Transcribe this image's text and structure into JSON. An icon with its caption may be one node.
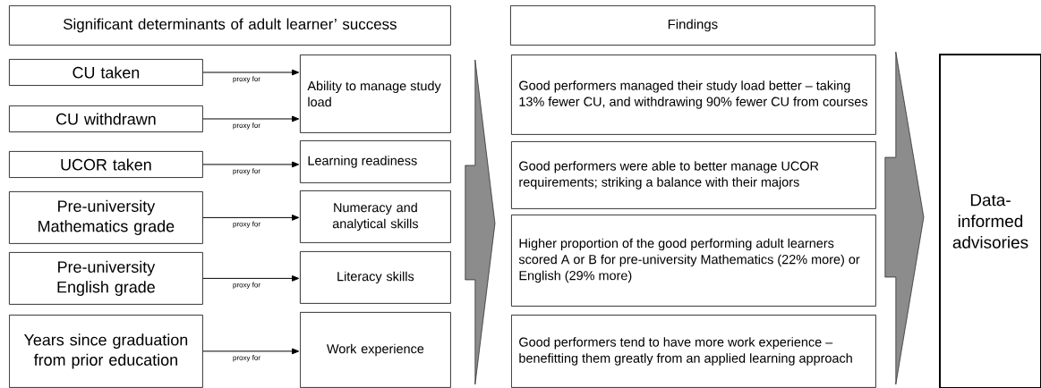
{
  "diagram": {
    "nodes": [
      {
        "text": [
          "Significant determinants of adult learner’ success"
        ]
      },
      {
        "text": [
          "CU taken"
        ]
      },
      {
        "text": [
          "CU withdrawn"
        ]
      },
      {
        "text": [
          "UCOR taken"
        ]
      },
      {
        "text": [
          "Pre-university Mathematics grade"
        ]
      },
      {
        "text": [
          "Pre-university English grade"
        ]
      },
      {
        "text": [
          "Years since graduation from prior education"
        ]
      },
      {
        "text": [
          "Ability to manage study load"
        ]
      },
      {
        "text": [
          "Learning readiness"
        ]
      },
      {
        "text": [
          "Numeracy and analytical skills"
        ]
      },
      {
        "text": [
          "Literacy skills"
        ]
      },
      {
        "text": [
          "Work experience"
        ]
      },
      {
        "text": [
          "Findings"
        ]
      },
      {
        "text": [
          "Good performers managed their study load better – taking 13% fewer CU, and withdrawing 90% fewer CU from courses"
        ]
      },
      {
        "text": [
          "Good performers were able to better manage UCOR requirements; striking a balance with their majors"
        ]
      },
      {
        "text": [
          "Higher proportion of the good performing adult learners scored A or B for pre-university Mathematics (22% more) or English (29% more)"
        ]
      },
      {
        "text": [
          "Good performers tend to have more work experience – benefitting them greatly from an applied learning approach"
        ]
      },
      {
        "text": [
          "Data-informed advisories"
        ]
      }
    ],
    "edges": [
      {
        "from": 1,
        "to": 7,
        "arrow": "to",
        "label": "proxy for"
      },
      {
        "from": 2,
        "to": 7,
        "arrow": "to",
        "label": "proxy for"
      },
      {
        "from": 3,
        "to": 8,
        "arrow": "to",
        "label": "proxy for"
      },
      {
        "from": 4,
        "to": 9,
        "arrow": "to",
        "label": "proxy for"
      },
      {
        "from": 5,
        "to": 10,
        "arrow": "to",
        "label": "proxy for"
      },
      {
        "from": 6,
        "to": 11,
        "arrow": "to",
        "label": "proxy for"
      },
      {
        "from": 0,
        "to": 12,
        "arrow": "to",
        "style": "thick",
        "color": "#8c8c8c"
      },
      {
        "from": 12,
        "to": 17,
        "arrow": "to",
        "style": "thick",
        "color": "#8c8c8c"
      }
    ]
  }
}
